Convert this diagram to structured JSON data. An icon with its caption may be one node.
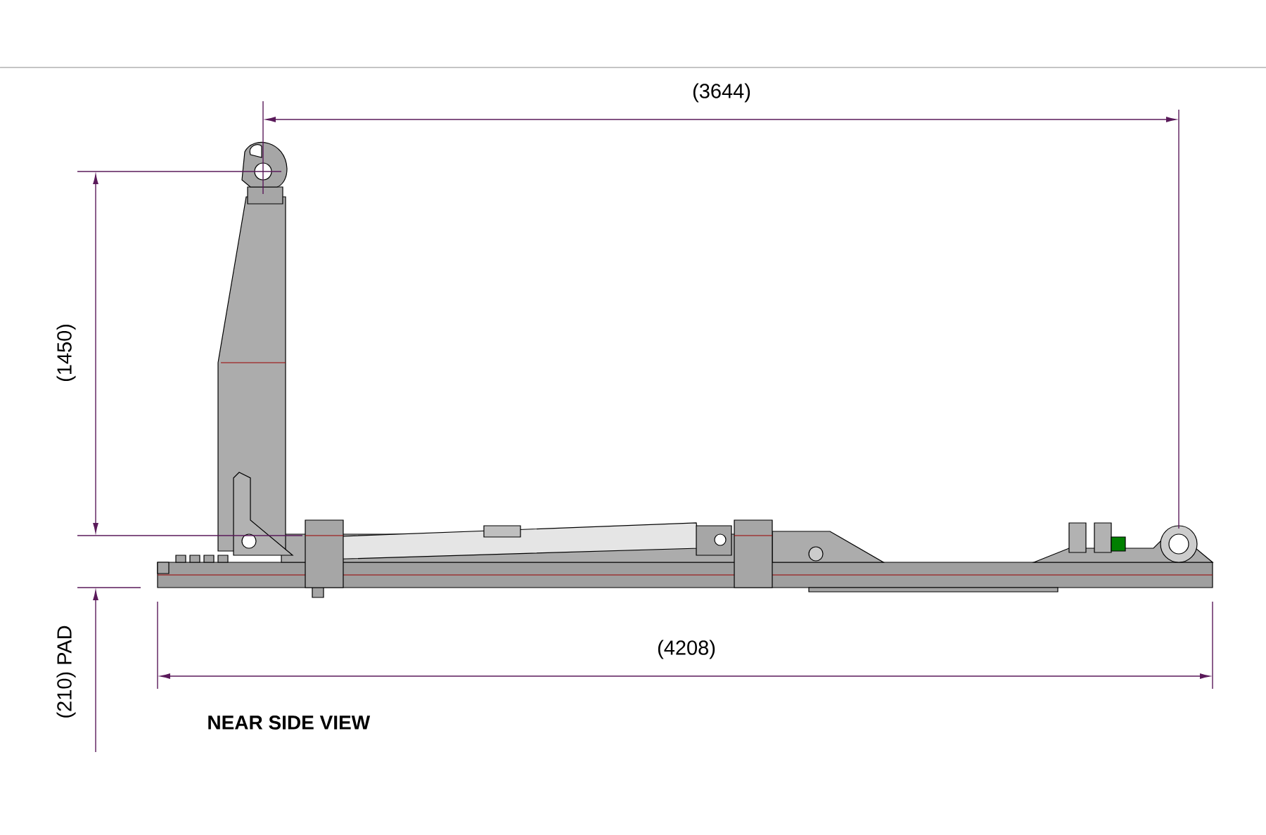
{
  "diagram": {
    "labels": [
      "(3644)",
      "(1450)",
      "(4208)",
      "(210) PAD",
      "NEAR SIDE VIEW"
    ]
  }
}
